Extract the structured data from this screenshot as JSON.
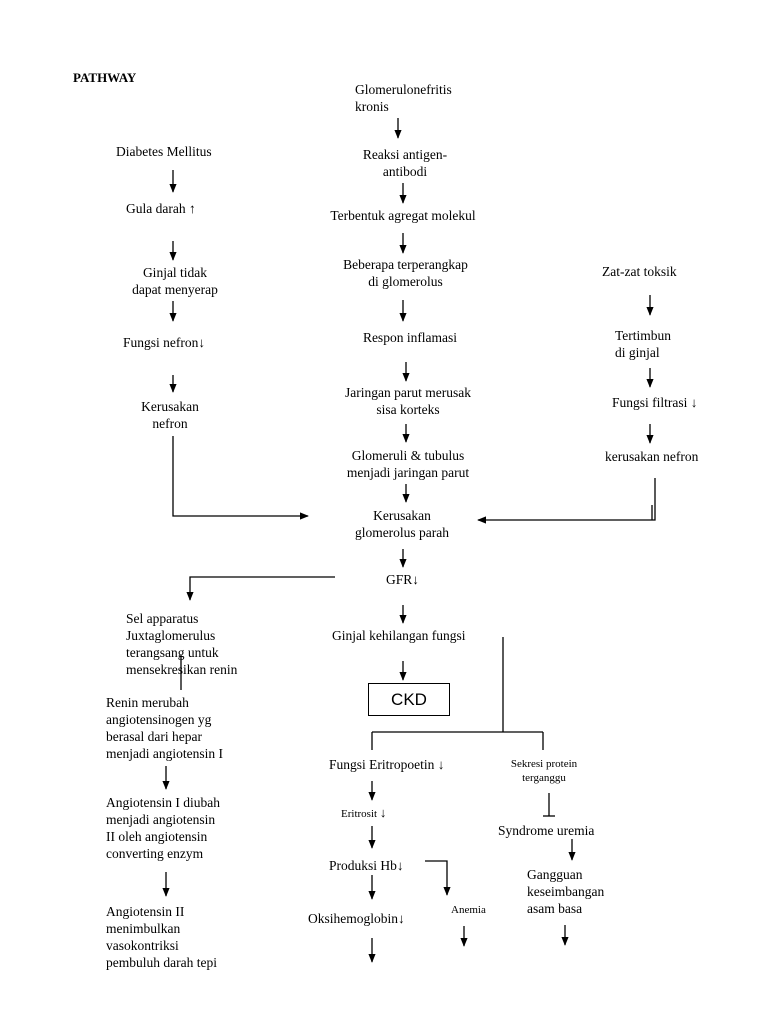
{
  "title": "PATHWAY",
  "center": {
    "n1": [
      "Glomerulonefritis",
      "kronis"
    ],
    "n2": [
      "Reaksi antigen-",
      "antibodi"
    ],
    "n3": "Terbentuk agregat molekul",
    "n4": [
      "Beberapa terperangkap",
      "di glomerolus"
    ],
    "n5": "Respon inflamasi",
    "n6": [
      "Jaringan parut merusak",
      "sisa korteks"
    ],
    "n7": [
      "Glomeruli & tubulus",
      "menjadi jaringan parut"
    ],
    "n8": [
      "Kerusakan",
      "glomerolus parah"
    ],
    "n9": "GFR",
    "n10": "Ginjal kehilangan fungsi",
    "ckd": "CKD"
  },
  "left": {
    "n1": "Diabetes Mellitus",
    "n2": "Gula darah",
    "n3": [
      "Ginjal tidak",
      "dapat menyerap"
    ],
    "n4": "Fungsi nefron",
    "n5": [
      "Kerusakan",
      "nefron"
    ]
  },
  "right": {
    "n1": "Zat-zat  toksik",
    "n2": [
      "Tertimbun",
      "di ginjal"
    ],
    "n3": "Fungsi filtrasi",
    "n4": "kerusakan nefron"
  },
  "renin": {
    "n1": [
      "Sel apparatus",
      "Juxtaglomerulus",
      "terangsang untuk",
      "mensekresikan renin"
    ],
    "n2": [
      "Renin merubah",
      "angiotensinogen yg",
      "berasal dari hepar",
      "menjadi angiotensin I"
    ],
    "n3": [
      "Angiotensin I diubah",
      "menjadi angiotensin",
      "II oleh angiotensin",
      "converting enzym"
    ],
    "n4": [
      "Angiotensin II",
      "menimbulkan",
      "vasokontriksi",
      "pembuluh darah tepi"
    ]
  },
  "bottom": {
    "eritro": "Fungsi Eritropoetin",
    "eritrosit": "Eritrosit",
    "hb": "Produksi Hb",
    "oksi": "Oksihemoglobin",
    "anemia": "Anemia",
    "sekresi": [
      "Sekresi protein",
      "terganggu"
    ],
    "uremia": "Syndrome uremia",
    "gangguan": [
      "Gangguan",
      "keseimbangan",
      "asam basa"
    ]
  },
  "symbols": {
    "up": "up-arrow-icon",
    "down": "down-arrow-icon"
  }
}
